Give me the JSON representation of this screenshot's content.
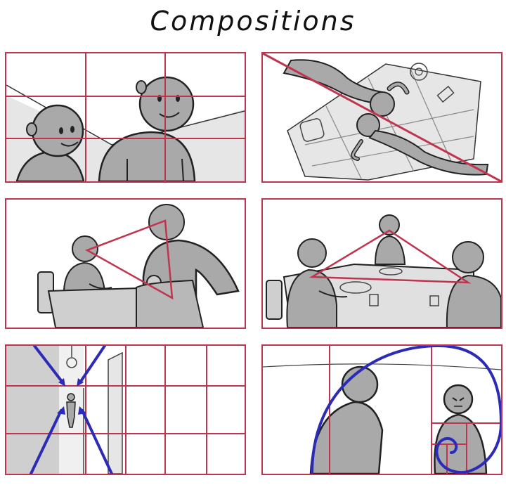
{
  "title": "Compositions",
  "colors": {
    "guide_red": "#c0354e",
    "guide_blue": "#2b2bb8",
    "ink": "#222222",
    "figure_fill": "#a9a9a9",
    "light_fill": "#e6e6e6",
    "background": "#ffffff"
  },
  "panels": [
    {
      "technique": "rule-of-thirds"
    },
    {
      "technique": "diagonal"
    },
    {
      "technique": "triangle"
    },
    {
      "technique": "triangle-group"
    },
    {
      "technique": "leading-lines"
    },
    {
      "technique": "golden-spiral"
    }
  ]
}
